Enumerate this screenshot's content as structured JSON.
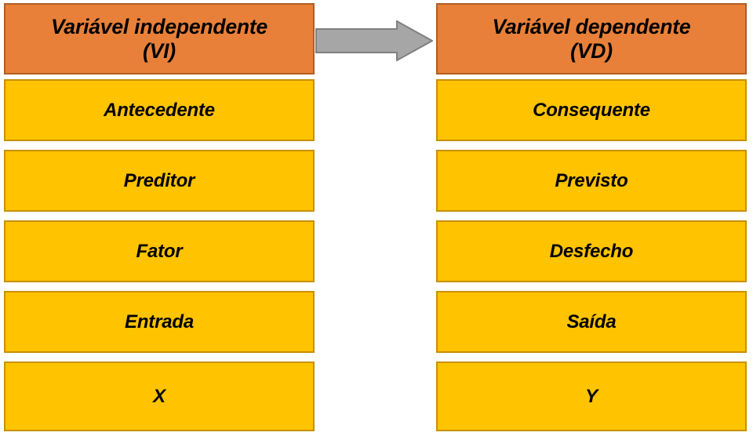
{
  "diagram": {
    "title": "Variável independente (VI) -> Variável dependente (VD)",
    "colors": {
      "header_fill": "#E8803A",
      "header_border": "#B05E22",
      "item_fill": "#FFC300",
      "item_border": "#C89000",
      "arrow_fill": "#A6A6A6",
      "arrow_border": "#808080",
      "text": "#000000",
      "background": "#FFFFFF"
    },
    "connector": {
      "icon": "right-block-arrow-icon",
      "direction": "left-to-right"
    },
    "columns": [
      {
        "id": "independent",
        "header": {
          "line1": "Variável independente",
          "line2": "(VI)"
        },
        "items": [
          {
            "label": "Antecedente"
          },
          {
            "label": "Preditor"
          },
          {
            "label": "Fator"
          },
          {
            "label": "Entrada"
          },
          {
            "label": "X"
          }
        ]
      },
      {
        "id": "dependent",
        "header": {
          "line1": "Variável dependente",
          "line2": "(VD)"
        },
        "items": [
          {
            "label": "Consequente"
          },
          {
            "label": "Previsto"
          },
          {
            "label": "Desfecho"
          },
          {
            "label": "Saída"
          },
          {
            "label": "Y"
          }
        ]
      }
    ]
  }
}
